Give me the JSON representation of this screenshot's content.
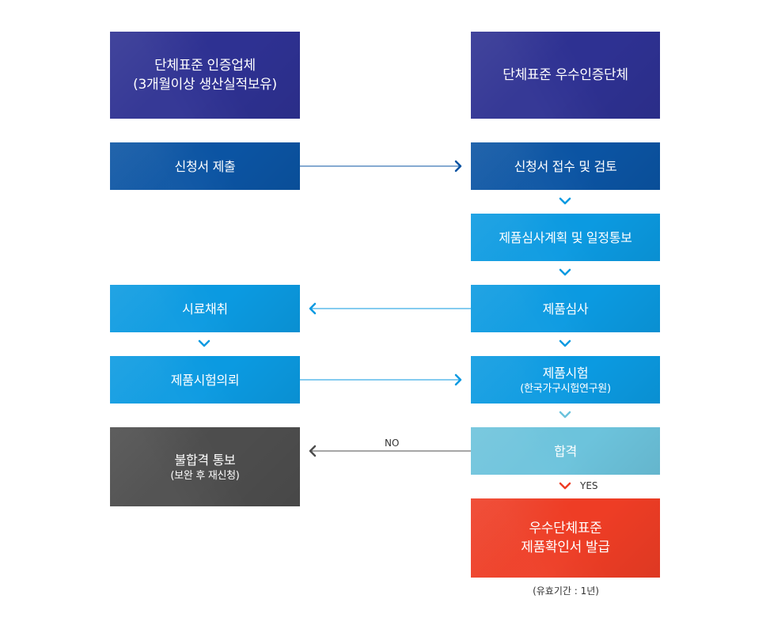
{
  "nodes": {
    "cert_company": {
      "line1": "단체표준 인증업체",
      "line2": "(3개월이상 생산실적보유)"
    },
    "excellent_org": {
      "line1": "단체표준 우수인증단체"
    },
    "apply": {
      "line1": "신청서 제출"
    },
    "receive": {
      "line1": "신청서 접수 및 검토"
    },
    "plan": {
      "line1": "제품심사계획 및 일정통보"
    },
    "sampling": {
      "line1": "시료채취"
    },
    "review": {
      "line1": "제품심사"
    },
    "test_request": {
      "line1": "제품시험의뢰"
    },
    "test": {
      "line1": "제품시험",
      "line2": "(한국가구시험연구원)"
    },
    "fail": {
      "line1": "불합격 통보",
      "line2": "(보완 후 재신청)"
    },
    "pass": {
      "line1": "합격"
    },
    "issue": {
      "line1": "우수단체표준",
      "line2": "제품확인서 발급"
    }
  },
  "edges": {
    "no_label": "NO",
    "yes_label": "YES"
  },
  "validity_note": "(유효기간 : 1년)",
  "colors": {
    "navy": "#2e3192",
    "blue": "#0b54a3",
    "sky": "#0b9ae1",
    "light": "#6cc3dc",
    "gray": "#4d4d4d",
    "red": "#ee3d25"
  }
}
